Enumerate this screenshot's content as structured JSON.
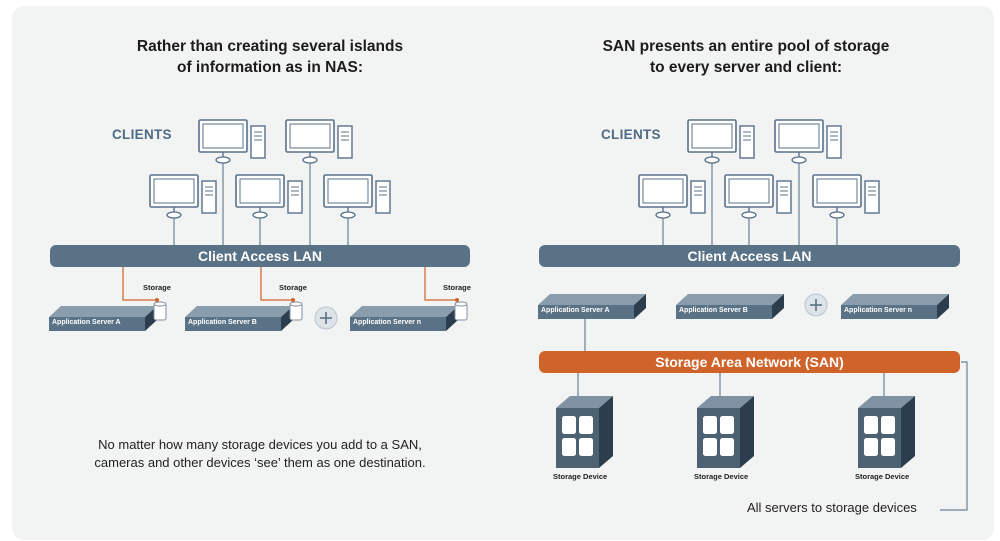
{
  "left": {
    "title_line1": "Rather than creating several islands",
    "title_line2": "of information as in NAS:",
    "clients_label": "CLIENTS",
    "lan_label": "Client Access LAN",
    "servers": [
      "Application Server A",
      "Application Server B",
      "Application Server n"
    ],
    "storage_label": "Storage",
    "note_line1": "No matter how many storage devices you add to a SAN,",
    "note_line2": "cameras and other devices ‘see’ them as one destination."
  },
  "right": {
    "title_line1": "SAN presents an entire pool of storage",
    "title_line2": "to every server and client:",
    "clients_label": "CLIENTS",
    "lan_label": "Client Access LAN",
    "servers": [
      "Application Server A",
      "Application Server B",
      "Application Server n"
    ],
    "san_label": "Storage Area Network (SAN)",
    "storage_device_label": "Storage Device",
    "annotation": "All servers to storage devices"
  },
  "colors": {
    "lan": "#5a7285",
    "san": "#d0632a",
    "storage_link": "#d0632a",
    "panel": "#f2f3f3"
  }
}
